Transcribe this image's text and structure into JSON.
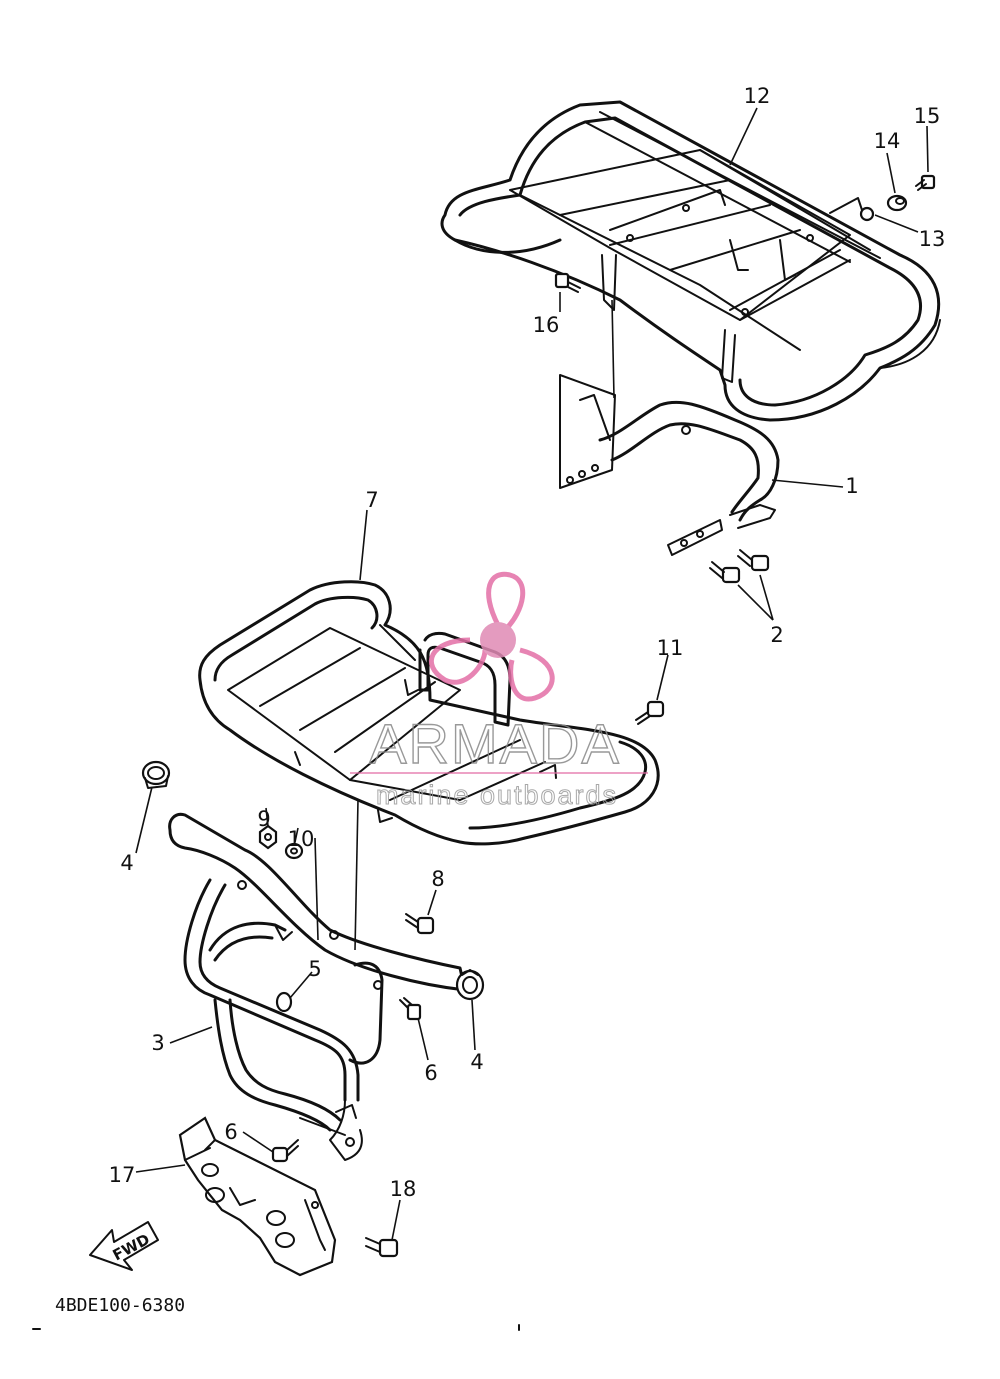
{
  "diagram": {
    "drawing_code": "4BDE100-6380",
    "direction_arrow_label": "FWD",
    "callouts": [
      "1",
      "2",
      "3",
      "4",
      "4",
      "5",
      "6",
      "6",
      "7",
      "8",
      "9",
      "10",
      "11",
      "12",
      "13",
      "14",
      "15",
      "16",
      "17",
      "18"
    ]
  },
  "watermark": {
    "brand": "ARMADA",
    "tagline": "marine outboards",
    "logo_colors": {
      "petal": "#e36fa6",
      "hub": "#e08ab5"
    }
  }
}
